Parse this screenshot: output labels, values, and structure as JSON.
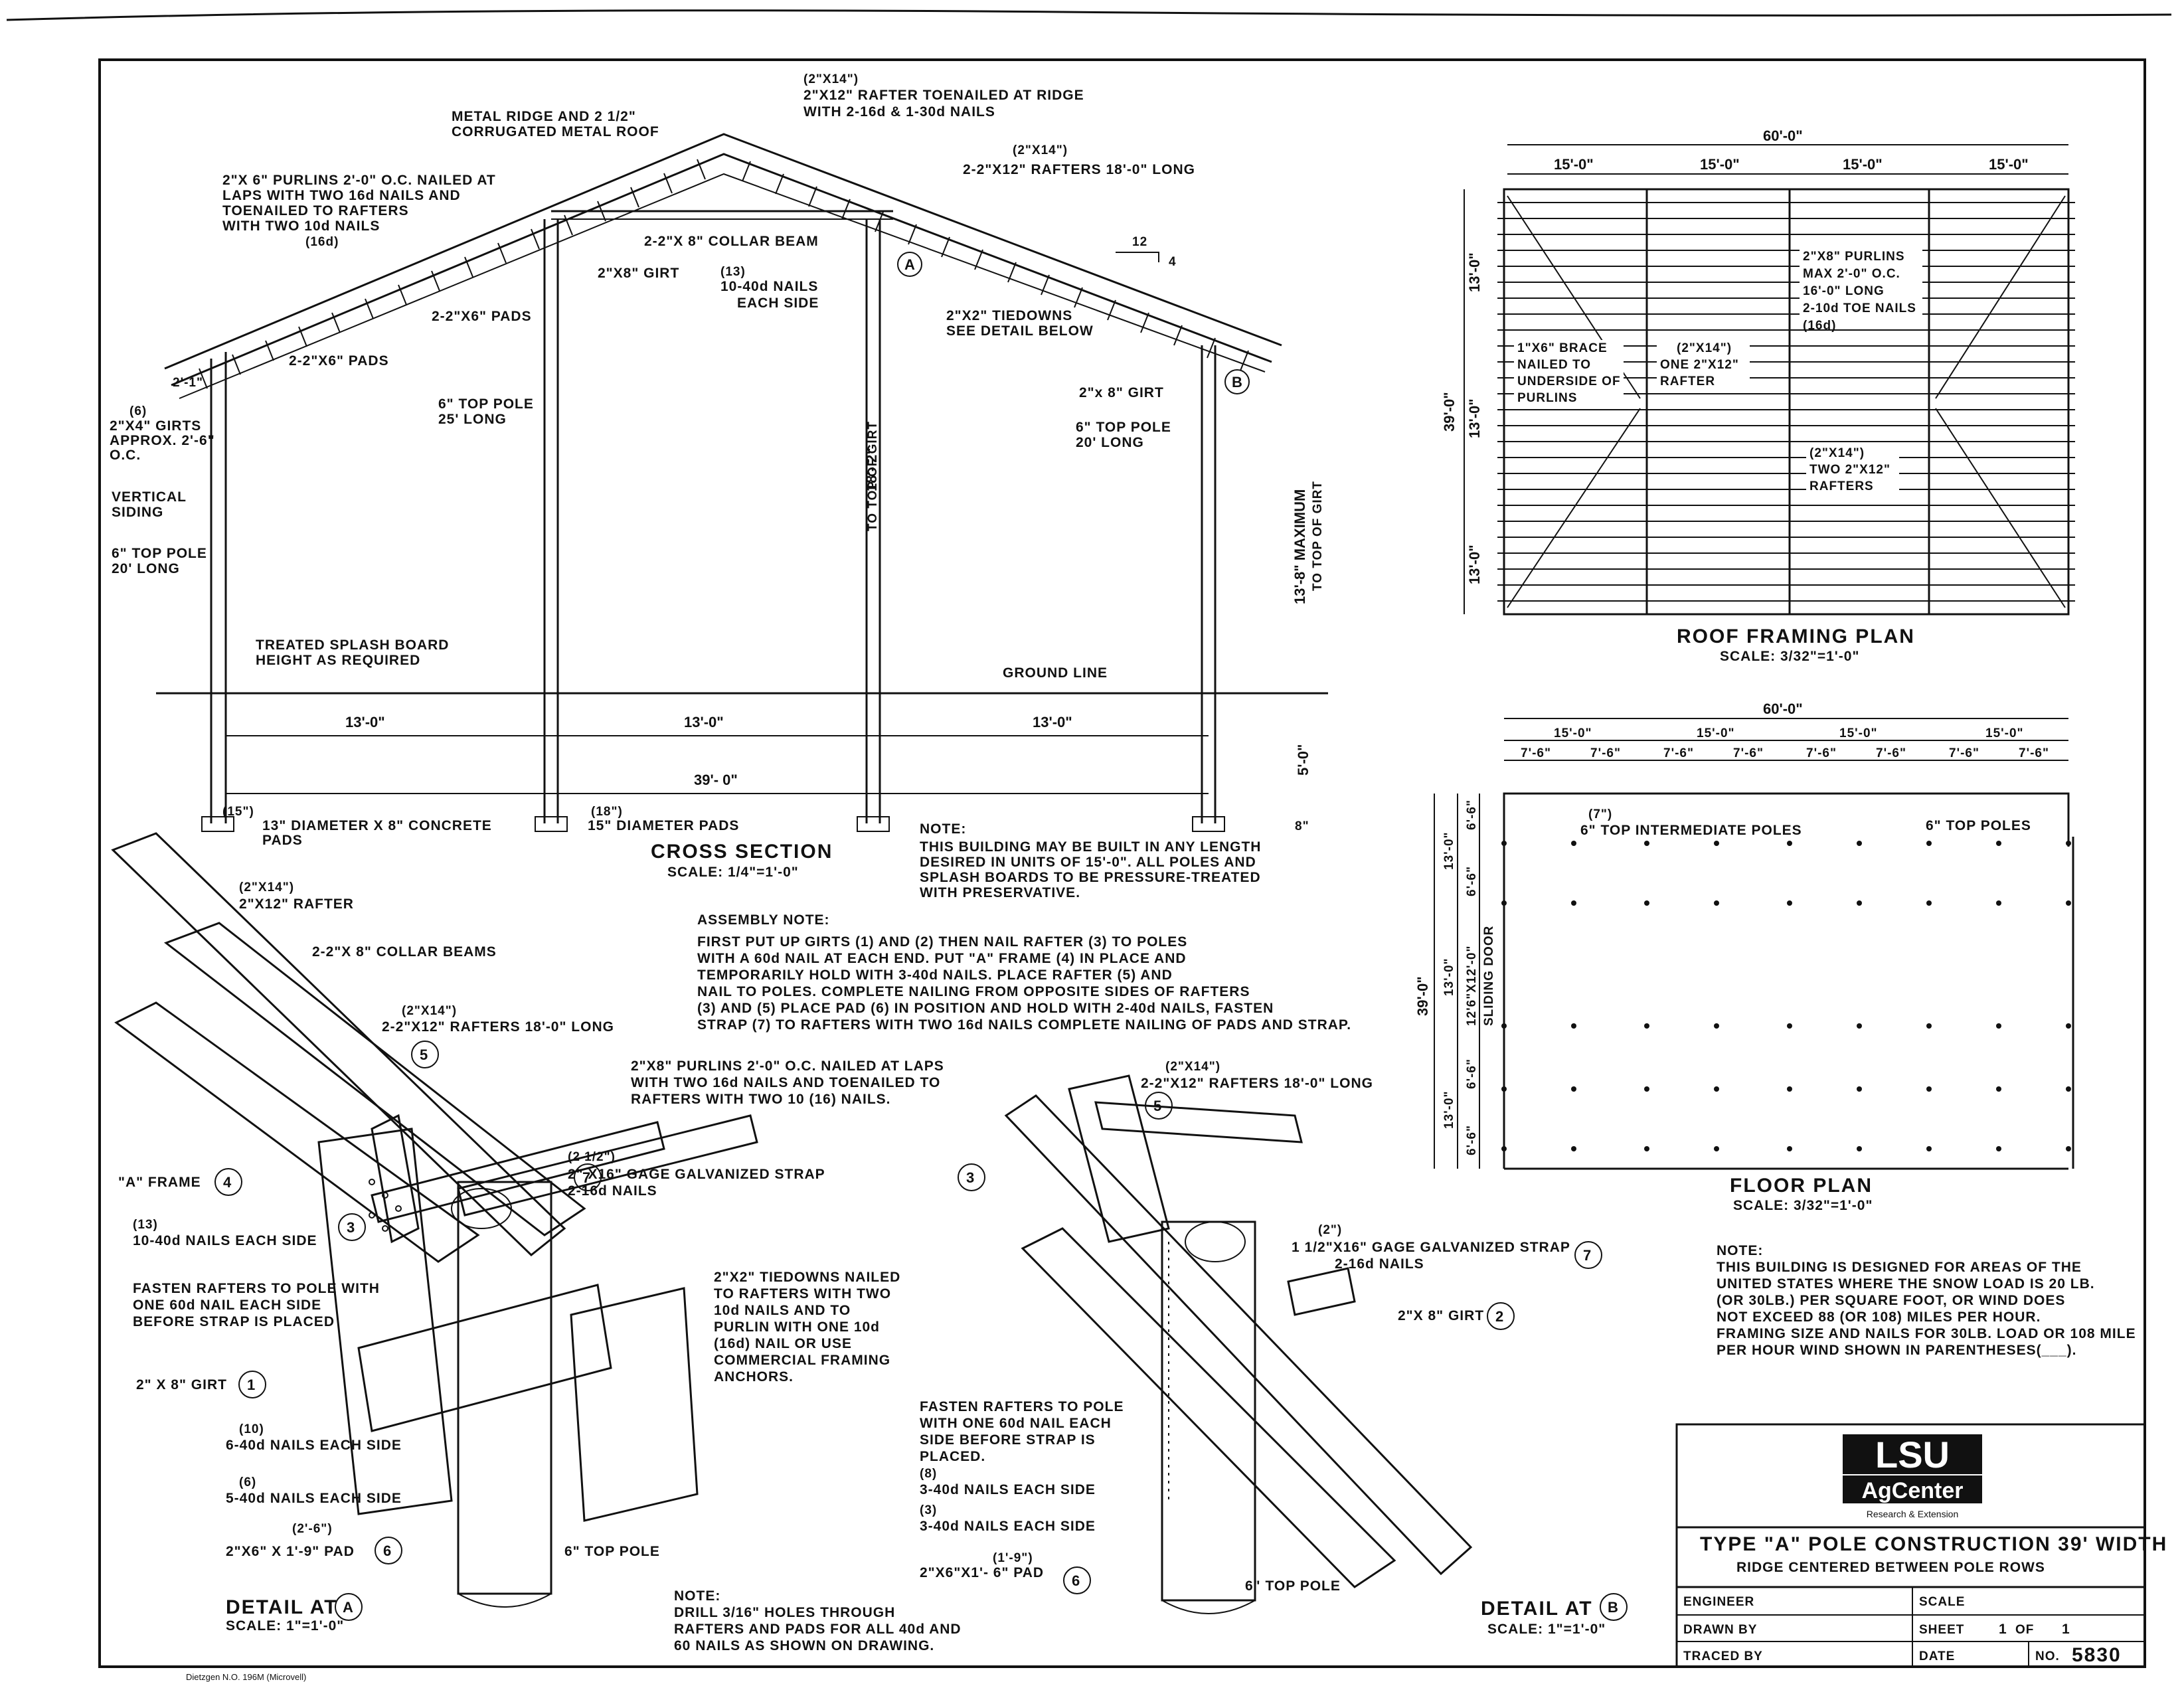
{
  "cross_section": {
    "title": "CROSS SECTION",
    "scale": "SCALE: 1/4\"=1'-0\"",
    "callouts": {
      "rafter_ridge_alt": "(2\"X14\")",
      "rafter_ridge": "2\"X12\" RAFTER TOENAILED AT RIDGE",
      "rafter_ridge_nails": "WITH 2-16d & 1-30d NAILS",
      "metal_ridge_1": "METAL RIDGE AND 2 1/2\"",
      "metal_ridge_2": "CORRUGATED METAL ROOF",
      "purlins_1": "2\"X 6\" PURLINS 2'-0\" O.C. NAILED AT",
      "purlins_2": "LAPS WITH TWO 16d NAILS AND",
      "purlins_3": "TOENAILED TO RAFTERS",
      "purlins_4": "WITH TWO 10d NAILS",
      "purlins_5": "(16d)",
      "rafters_alt": "(2\"X14\")",
      "rafters": "2-2\"X12\" RAFTERS 18'-0\" LONG",
      "collar_beam": "2-2\"X 8\" COLLAR BEAM",
      "girt_top": "2\"X8\" GIRT",
      "nails_13": "(13)",
      "nails_40": "10-40d NAILS",
      "each_side": "EACH SIDE",
      "pads_2x6": "2-2\"X6\" PADS",
      "pads_2x6_left": "2-2\"X6\" PADS",
      "tiedowns_1": "2\"X2\" TIEDOWNS",
      "tiedowns_2": "SEE DETAIL BELOW",
      "girt_b": "2\"x 8\" GIRT",
      "pole_6_20_b1": "6\" TOP POLE",
      "pole_6_20_b2": "20' LONG",
      "pole_25_1": "6\" TOP POLE",
      "pole_25_2": "25' LONG",
      "girts_6": "(6)",
      "girts_1": "2\"X4\" GIRTS",
      "girts_2": "APPROX. 2'-6\"",
      "girts_3": "O.C.",
      "siding_1": "VERTICAL",
      "siding_2": "SIDING",
      "pole_left_1": "6\" TOP POLE",
      "pole_left_2": "20' LONG",
      "splash_1": "TREATED SPLASH BOARD",
      "splash_2": "HEIGHT AS REQUIRED",
      "ground": "GROUND LINE",
      "pads_15": "(15\")",
      "pads_13": "13\" DIAMETER X 8\" CONCRETE",
      "pads_word": "PADS",
      "pads_18": "(18\")",
      "pads_15d": "15\" DIAMETER PADS",
      "overhang": "2'-1\"",
      "pitch_run": "12",
      "pitch_rise": "4"
    },
    "dims": {
      "bay1": "13'-0\"",
      "bay2": "13'-0\"",
      "bay3": "13'-0\"",
      "total": "39'- 0\"",
      "to_girt": "18'- 2\"",
      "to_girt_2": "TO TOP OF GIRT",
      "max_1": "13'-8\" MAXIMUM",
      "max_2": "TO TOP OF GIRT",
      "depth": "5'-0\"",
      "pad": "8\""
    },
    "markers": {
      "a": "A",
      "b": "B"
    }
  },
  "roof_plan": {
    "title": "ROOF FRAMING PLAN",
    "scale": "SCALE: 3/32\"=1'-0\"",
    "overall": "60'-0\"",
    "bays": [
      "15'-0\"",
      "15'-0\"",
      "15'-0\"",
      "15'-0\""
    ],
    "left_total": "39'-0\"",
    "left_bays": [
      "13'-0\"",
      "13'-0\"",
      "13'-0\""
    ],
    "purlins_1": "2\"X8\" PURLINS",
    "purlins_2": "MAX 2'-0\" O.C.",
    "purlins_3": "16'-0\" LONG",
    "purlins_4": "2-10d TOE NAILS",
    "purlins_5": "(16d)",
    "brace_1": "1\"X6\" BRACE",
    "brace_2": "NAILED TO",
    "brace_3": "UNDERSIDE OF",
    "brace_4": "PURLINS",
    "rafter_alt": "(2\"X14\")",
    "rafter_1": "ONE 2\"X12\"",
    "rafter_2": "RAFTER",
    "rafters_alt": "(2\"X14\")",
    "rafters_1": "TWO 2\"X12\"",
    "rafters_2": "RAFTERS"
  },
  "floor_plan": {
    "title": "FLOOR PLAN",
    "scale": "SCALE: 3/32\"=1'-0\"",
    "overall": "60'-0\"",
    "bays": [
      "15'-0\"",
      "15'-0\"",
      "15'-0\"",
      "15'-0\""
    ],
    "half_bays": [
      "7'-6\"",
      "7'-6\"",
      "7'-6\"",
      "7'-6\"",
      "7'-6\"",
      "7'-6\"",
      "7'-6\"",
      "7'-6\""
    ],
    "left_total": "39'-0\"",
    "left_bays": [
      "13'-0\"",
      "13'-0\"",
      "13'-0\""
    ],
    "left_halves": [
      "6'-6\"",
      "6'-6\"",
      "6'-6\"",
      "6'-6\""
    ],
    "door_1": "12'6\"X12'-0\"",
    "door_2": "SLIDING DOOR",
    "intermediate_alt": "(7\")",
    "intermediate": "6\" TOP INTERMEDIATE POLES",
    "top_poles": "6\" TOP POLES"
  },
  "notes": {
    "building_title": "NOTE:",
    "building": [
      "THIS BUILDING MAY BE BUILT IN ANY LENGTH",
      "DESIRED IN UNITS OF 15'-0\". ALL POLES AND",
      "SPLASH BOARDS TO BE PRESSURE-TREATED",
      "WITH PRESERVATIVE."
    ],
    "assembly_title": "ASSEMBLY NOTE:",
    "assembly": [
      "FIRST PUT UP GIRTS (1) AND (2) THEN NAIL RAFTER (3) TO POLES",
      "WITH A 60d NAIL AT EACH END. PUT \"A\" FRAME (4) IN PLACE AND",
      "TEMPORARILY HOLD WITH 3-40d NAILS. PLACE RAFTER (5) AND",
      "NAIL TO POLES. COMPLETE NAILING FROM OPPOSITE SIDES OF RAFTERS",
      "(3) AND (5) PLACE PAD (6) IN POSITION AND HOLD WITH 2-40d NAILS, FASTEN",
      "STRAP (7) TO RAFTERS WITH TWO 16d NAILS COMPLETE NAILING OF PADS AND STRAP."
    ],
    "snow_title": "NOTE:",
    "snow": [
      "THIS BUILDING IS DESIGNED FOR AREAS OF THE",
      "UNITED STATES WHERE THE SNOW LOAD IS 20 LB.",
      "(OR 30LB.) PER SQUARE FOOT, OR WIND DOES",
      "NOT EXCEED 88 (OR 108) MILES PER HOUR.",
      "FRAMING SIZE AND NAILS FOR 30LB. LOAD OR 108 MILE",
      "PER HOUR WIND SHOWN IN PARENTHESES(___)."
    ],
    "drill_title": "NOTE:",
    "drill": [
      "DRILL 3/16\" HOLES THROUGH",
      "RAFTERS AND PADS FOR ALL 40d AND",
      "60 NAILS AS SHOWN ON DRAWING."
    ]
  },
  "detail_a": {
    "title": "DETAIL AT",
    "marker": "A",
    "scale": "SCALE: 1\"=1'-0\"",
    "rafter_alt": "(2\"X14\")",
    "rafter": "2\"X12\" RAFTER",
    "collar": "2-2\"X 8\" COLLAR BEAMS",
    "rafters_alt": "(2\"X14\")",
    "rafters": "2-2\"X12\" RAFTERS 18'-0\" LONG",
    "purlins_1": "2\"X8\" PURLINS 2'-0\" O.C. NAILED AT LAPS",
    "purlins_2": "WITH TWO 16d NAILS AND TOENAILED TO",
    "purlins_3": "RAFTERS WITH TWO 10 (16) NAILS.",
    "strap_alt": "(2 1/2\")",
    "strap_1": "2\" X16\" GAGE GALVANIZED STRAP",
    "strap_2": "2-16d NAILS",
    "a_frame": "\"A\" FRAME",
    "nails_13": "(13)",
    "nails_10": "10-40d NAILS EACH SIDE",
    "fasten_1": "FASTEN RAFTERS TO POLE WITH",
    "fasten_2": "ONE 60d NAIL EACH SIDE",
    "fasten_3": "BEFORE STRAP IS PLACED",
    "tiedowns_1": "2\"X2\" TIEDOWNS NAILED",
    "tiedowns_2": "TO RAFTERS WITH TWO",
    "tiedowns_3": "10d NAILS AND TO",
    "tiedowns_4": "PURLIN WITH ONE 10d",
    "tiedowns_5": "(16d) NAIL OR USE",
    "tiedowns_6": "COMMERCIAL FRAMING",
    "tiedowns_7": "ANCHORS.",
    "girt": "2\" X 8\" GIRT",
    "nails6_alt": "(10)",
    "nails6": "6-40d NAILS EACH SIDE",
    "nails5_alt": "(6)",
    "nails5": "5-40d NAILS EACH SIDE",
    "pad_alt": "(2'-6\")",
    "pad": "2\"X6\" X 1'-9\" PAD",
    "pole": "6\" TOP POLE",
    "n1": "1",
    "n3": "3",
    "n4": "4",
    "n5": "5",
    "n6": "6",
    "n7": "7"
  },
  "detail_b": {
    "title": "DETAIL AT",
    "marker": "B",
    "scale": "SCALE: 1\"=1'-0\"",
    "rafters_alt": "(2\"X14\")",
    "rafters": "2-2\"X12\" RAFTERS 18'-0\" LONG",
    "strap_alt": "(2\")",
    "strap_1": "1 1/2\"X16\" GAGE GALVANIZED STRAP",
    "strap_2": "2-16d NAILS",
    "girt": "2\"X 8\" GIRT",
    "fasten_1": "FASTEN RAFTERS TO POLE",
    "fasten_2": "WITH ONE 60d NAIL EACH",
    "fasten_3": "SIDE BEFORE STRAP IS",
    "fasten_4": "PLACED.",
    "nails_alt": "(8)",
    "nails": "3-40d NAILS EACH SIDE",
    "nails2_alt": "(3)",
    "nails2": "3-40d NAILS EACH SIDE",
    "pad_alt": "(1'-9\")",
    "pad": "2\"X6\"X1'- 6\" PAD",
    "pole": "6\" TOP POLE",
    "n2": "2",
    "n3": "3",
    "n5": "5",
    "n6": "6",
    "n7": "7"
  },
  "title_block": {
    "logo_1": "LSU",
    "logo_2": "AgCenter",
    "logo_3": "Research & Extension",
    "title": "TYPE \"A\" POLE CONSTRUCTION 39' WIDTH",
    "subtitle": "RIDGE CENTERED BETWEEN POLE ROWS",
    "engineer": "ENGINEER",
    "scale": "SCALE",
    "drawn_by": "DRAWN BY",
    "sheet": "SHEET",
    "sheet_num": "1",
    "of": "OF",
    "sheet_total": "1",
    "traced_by": "TRACED BY",
    "date": "DATE",
    "no": "NO.",
    "number": "5830"
  },
  "footer": "Dietzgen N.O. 196M (Microvell)"
}
